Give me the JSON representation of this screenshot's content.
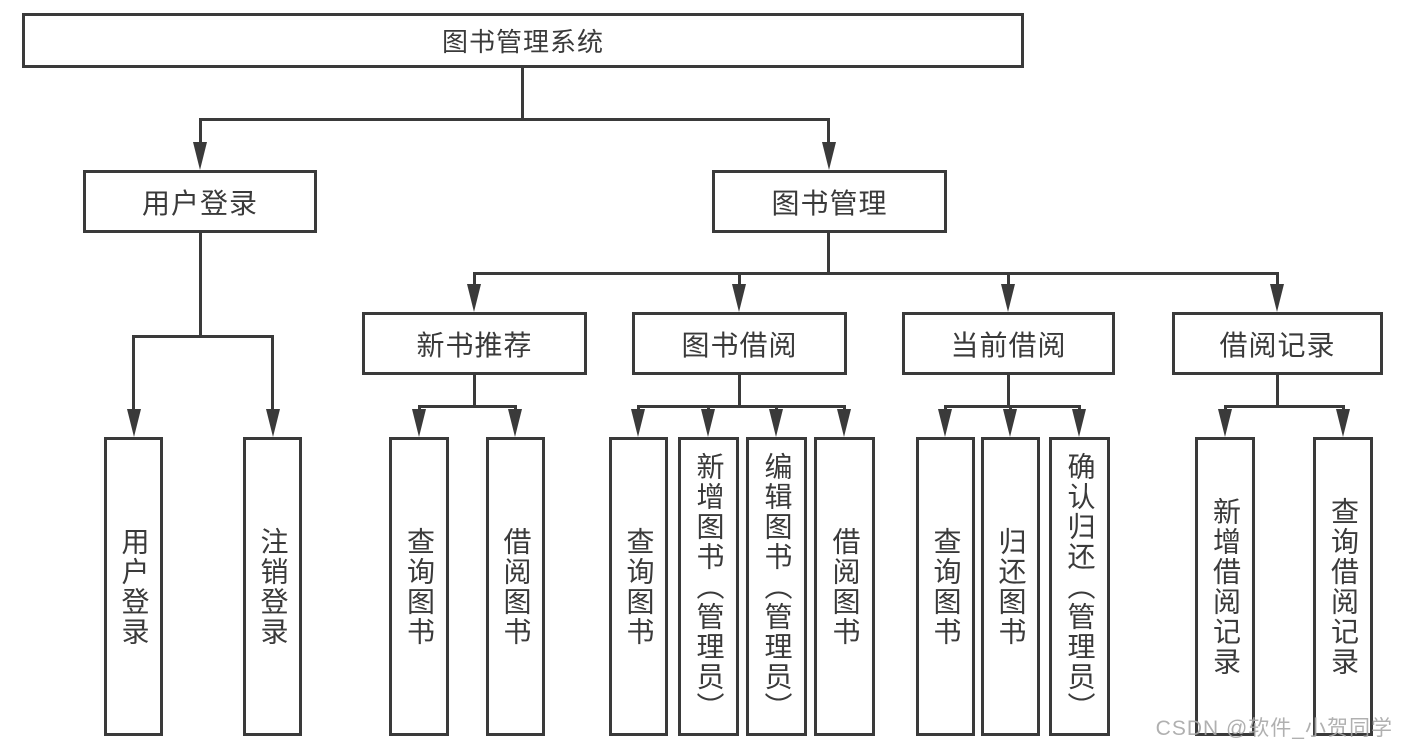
{
  "diagram": {
    "title": "图书管理系统",
    "level2": {
      "user_login": "用户登录",
      "book_mgmt": "图书管理"
    },
    "level3": {
      "new_books": "新书推荐",
      "borrow": "图书借阅",
      "current": "当前借阅",
      "records": "借阅记录"
    },
    "leaves": {
      "user_login": [
        "用户登录",
        "注销登录"
      ],
      "new_books": [
        "查询图书",
        "借阅图书"
      ],
      "borrow": [
        "查询图书",
        "新增图书（管理员）",
        "编辑图书（管理员）",
        "借阅图书"
      ],
      "current": [
        "查询图书",
        "归还图书",
        "确认归还（管理员）"
      ],
      "records": [
        "新增借阅记录",
        "查询借阅记录"
      ]
    }
  },
  "watermark": "CSDN @软件_小贺同学",
  "colors": {
    "line": "#3a3a3a",
    "text": "#3a3a3a",
    "watermark": "#a8a8a8",
    "background": "#ffffff"
  }
}
